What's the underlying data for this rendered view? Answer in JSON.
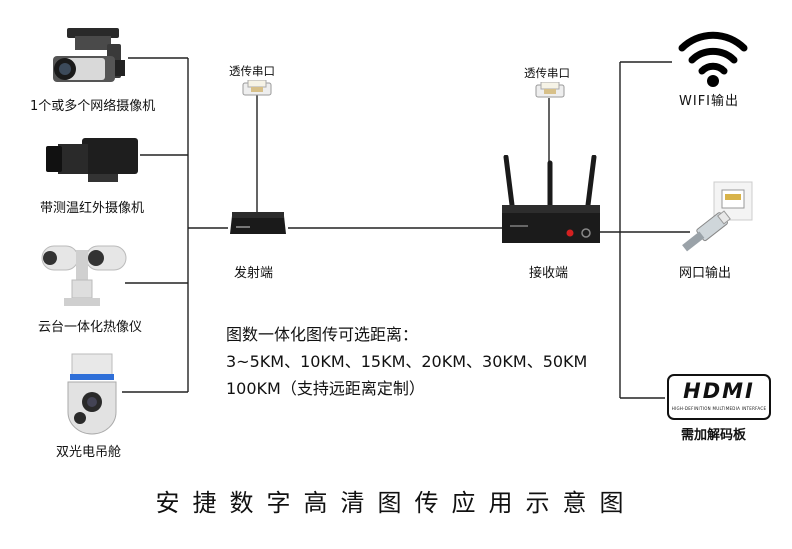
{
  "title": "安捷数字高清图传应用示意图",
  "left_devices": [
    {
      "label": "1个或多个网络摄像机",
      "icon": "gimbal-camera-icon"
    },
    {
      "label": "带测温红外摄像机",
      "icon": "thermal-camera-icon"
    },
    {
      "label": "云台一体化热像仪",
      "icon": "ptz-thermal-camera-icon"
    },
    {
      "label": "双光电吊舱",
      "icon": "dual-light-pod-icon"
    }
  ],
  "transmitter": {
    "label": "发射端",
    "serial_label": "透传串口"
  },
  "receiver": {
    "label": "接收端",
    "serial_label": "透传串口"
  },
  "outputs": [
    {
      "label": "WIFI输出",
      "icon": "wifi-icon"
    },
    {
      "label": "网口输出",
      "icon": "ethernet-port-icon"
    },
    {
      "label": "需加解码板",
      "icon": "hdmi-logo-icon",
      "logo_text": "HDMI",
      "logo_subtext": "HIGH-DEFINITION MULTIMEDIA INTERFACE"
    }
  ],
  "info": {
    "line1": "图数一体化图传可选距离：",
    "line2": "3~5KM、10KM、15KM、20KM、30KM、50KM",
    "line3": "100KM（支持远距离定制）"
  },
  "colors": {
    "line": "#222222",
    "device": "#1a1a1a",
    "accent_blue": "#2f6fd8",
    "led_red": "#d42020"
  }
}
